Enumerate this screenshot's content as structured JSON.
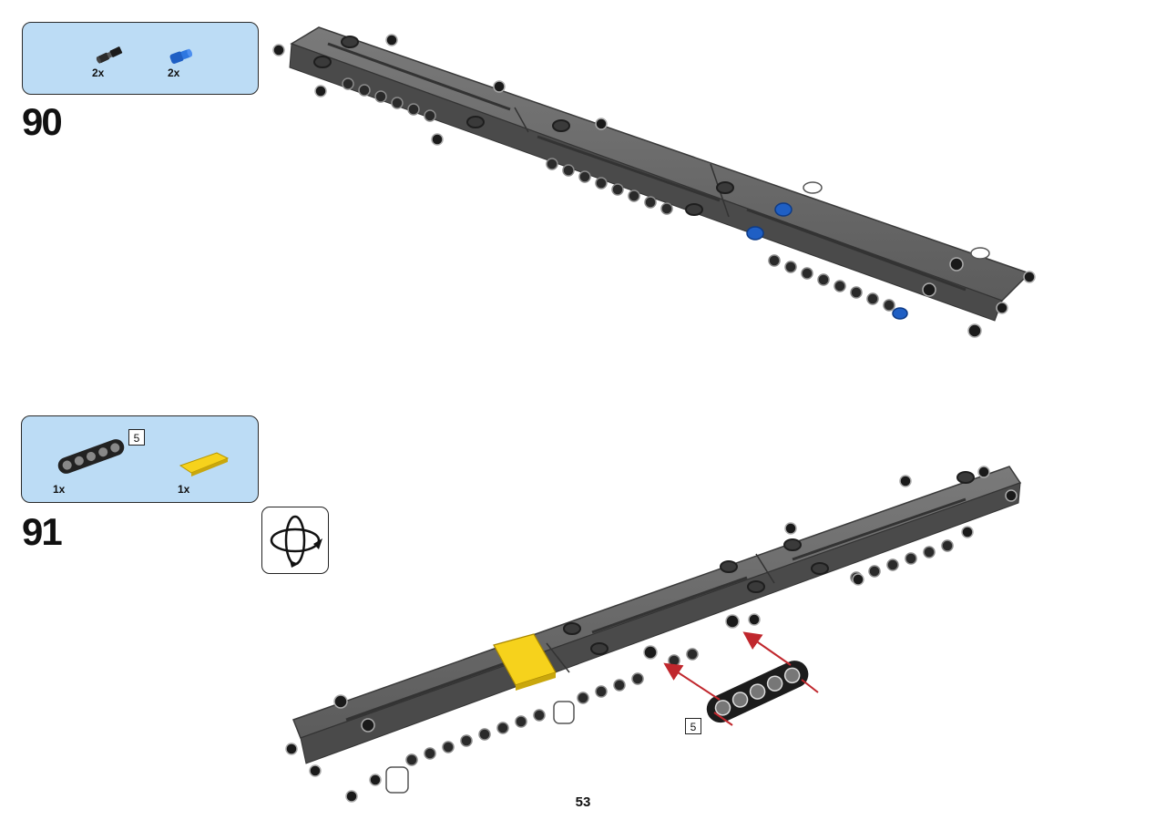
{
  "page_number": "53",
  "colors": {
    "callout_bg": "#bcdcf5",
    "frame_gray": "#5e5e5e",
    "accent_blue": "#1f5fc4",
    "accent_yellow": "#f6d21c",
    "arrow_red": "#c0272d"
  },
  "steps": [
    {
      "number": "90",
      "parts": [
        {
          "icon": "black-axle-pin-icon",
          "quantity": "2x"
        },
        {
          "icon": "blue-axle-pin-icon",
          "quantity": "2x"
        }
      ]
    },
    {
      "number": "91",
      "parts": [
        {
          "icon": "black-beam-icon",
          "quantity": "1x",
          "length": "5"
        },
        {
          "icon": "yellow-tile-icon",
          "quantity": "1x"
        }
      ],
      "rotate_icon": "rotate-model-icon",
      "beam_length_label": "5"
    }
  ]
}
